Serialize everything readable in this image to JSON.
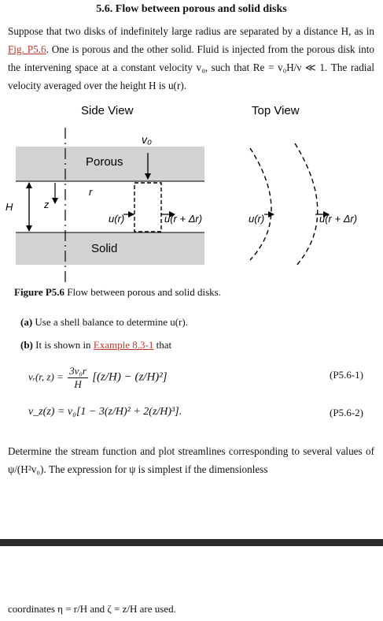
{
  "section_title": "5.6. Flow between porous and solid disks",
  "paragraph1": {
    "part1": "Suppose that two disks of indefinitely large radius are separated by a distance H, as in ",
    "link": "Fig. P5.6",
    "part2": ". One is porous and the other solid. Fluid is injected from the porous disk into the intervening space at a constant velocity v₀, such that Re = v₀H/ν ≪ 1. The radial velocity averaged over the height H is u(r)."
  },
  "figure": {
    "side_view_label": "Side View",
    "top_view_label": "Top View",
    "porous_label": "Porous",
    "solid_label": "Solid",
    "v0_label": "v₀",
    "r_label": "r",
    "H_label": "H",
    "z_label": "z",
    "u_r_label": "u(r)",
    "u_r_dr_label": "u(r + Δr)"
  },
  "caption": {
    "number": "Figure P5.6",
    "text": " Flow between porous and solid disks."
  },
  "part_a": {
    "label": "(a)",
    "text": " Use a shell balance to determine u(r)."
  },
  "part_b": {
    "label": "(b)",
    "text1": " It is shown in ",
    "link": "Example 8.3-1",
    "text2": " that"
  },
  "equation1": {
    "lhs": "vᵣ(r, z) = ",
    "coef": "3v₀r",
    "den": "H",
    "body": "[(z/H) − (z/H)²]",
    "number": "(P5.6-1)"
  },
  "equation2": {
    "text": "v_z(z) = v₀[1 − 3(z/H)² + 2(z/H)³].",
    "number": "(P5.6-2)"
  },
  "paragraph2": "Determine the stream function and plot streamlines corresponding to several values of ψ/(H²v₀). The expression for ψ is simplest if the dimensionless",
  "footer_text": "coordinates η = r/H and ζ = z/H are used."
}
